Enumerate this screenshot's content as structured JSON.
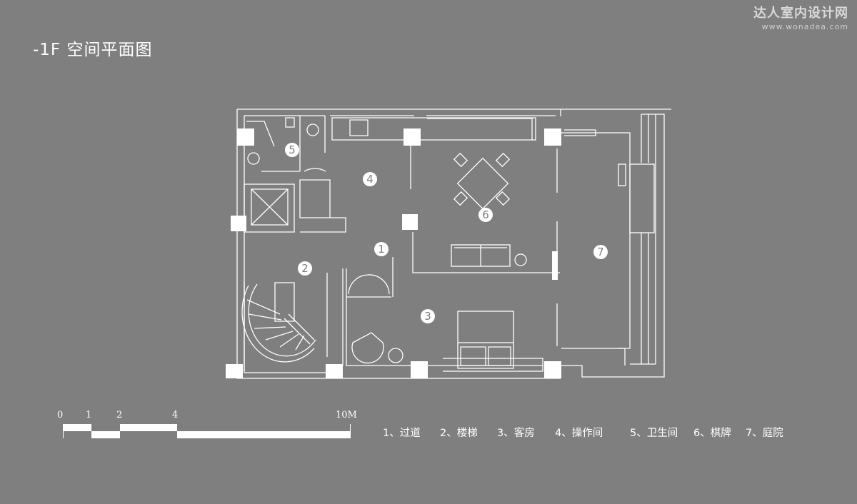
{
  "title": "-1F 空间平面图",
  "watermark": {
    "name": "达人室内设计网",
    "url": "www.wonadea.com"
  },
  "scale_bar": {
    "labels": [
      "0",
      "1",
      "2",
      "4",
      "10M"
    ]
  },
  "legend": [
    "1、过道",
    "2、楼梯",
    "3、客房",
    "4、操作间",
    "5、卫生间",
    "6、棋牌",
    "7、庭院"
  ],
  "room_markers": [
    "1",
    "2",
    "3",
    "4",
    "5",
    "6",
    "7"
  ],
  "colors": {
    "background": "#7f7f7f",
    "line": "#ffffff"
  }
}
